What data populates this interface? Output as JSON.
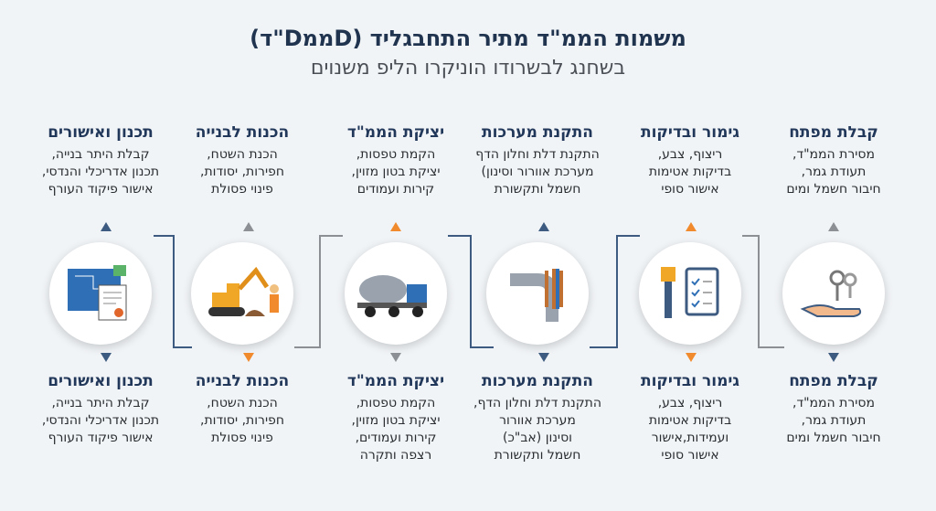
{
  "title": "משמות הממ\"ד מתיר התחבגליד (DממD\"ד)",
  "subtitle": "בשחנג לבשרודו הוניקרו הליפ משנוים",
  "colors": {
    "blue": "#3d5a80",
    "orange": "#f08a2c",
    "gray": "#8c8f94"
  },
  "top_row": [
    {
      "heading": "תכנון ואישורים",
      "lines": [
        "קבלת היתר בנייה,",
        "תכנון אדריכלי והנדסי,",
        "אישור פיקוד העורף"
      ]
    },
    {
      "heading": "הכנות לבנייה",
      "lines": [
        "הכנת השטח,",
        "חפירות, יסודות,",
        "פינוי פסולת"
      ]
    },
    {
      "heading": "יציקת הממ\"ד",
      "lines": [
        "הקמת טפסות,",
        "יציקת בטון מזוין,",
        "קירות ועמודים"
      ]
    },
    {
      "heading": "התקנת מערכות",
      "lines": [
        "התקנת דלת וחלון הדף",
        "מערכת אוורור וסינון)",
        "חשמל ותקשורת"
      ]
    },
    {
      "heading": "גימור ובדיקות",
      "lines": [
        "ריצוף, צבע,",
        "בדיקות אטימות",
        "אישור סופי"
      ]
    },
    {
      "heading": "קבלת מפתח",
      "lines": [
        "מסירת הממ\"ד,",
        "תעודת גמר,",
        "חיבור חשמל ומים"
      ]
    }
  ],
  "bottom_row": [
    {
      "heading": "תכנון ואישורים",
      "lines": [
        "קבלת היתר בנייה,",
        "תכנון אדריכלי והנדסי,",
        "אישור פיקוד העורף"
      ]
    },
    {
      "heading": "הכנות לבנייה",
      "lines": [
        "הכנת השטח,",
        "חפירות, יסודות,",
        "פינוי פסולת"
      ]
    },
    {
      "heading": "יציקת הממ\"ד",
      "lines": [
        "הקמת טפסות,",
        "יציקת בטון מזוין,",
        "קירות ועמודים,",
        "רצפה ותקרה"
      ]
    },
    {
      "heading": "התקנת מערכות",
      "lines": [
        "התקנת דלת וחלון הדף,",
        "מערכת אוורור",
        "וסינון (אב\"כ)",
        "חשמל ותקשורת"
      ]
    },
    {
      "heading": "גימור ובדיקות",
      "lines": [
        "ריצוף, צבע,",
        "בדיקות אטימות",
        "ועמידות,אישור",
        "אישור סופי"
      ]
    },
    {
      "heading": "קבלת מפתח",
      "lines": [
        "מסירת הממ\"ד,",
        "תעודת גמר,",
        "חיבור חשמל ומים"
      ]
    }
  ],
  "icons": [
    "blueprint-icon",
    "excavator-icon",
    "concrete-mixer-truck-icon",
    "pipes-cables-icon",
    "paintbrush-checklist-icon",
    "keys-hand-icon"
  ]
}
